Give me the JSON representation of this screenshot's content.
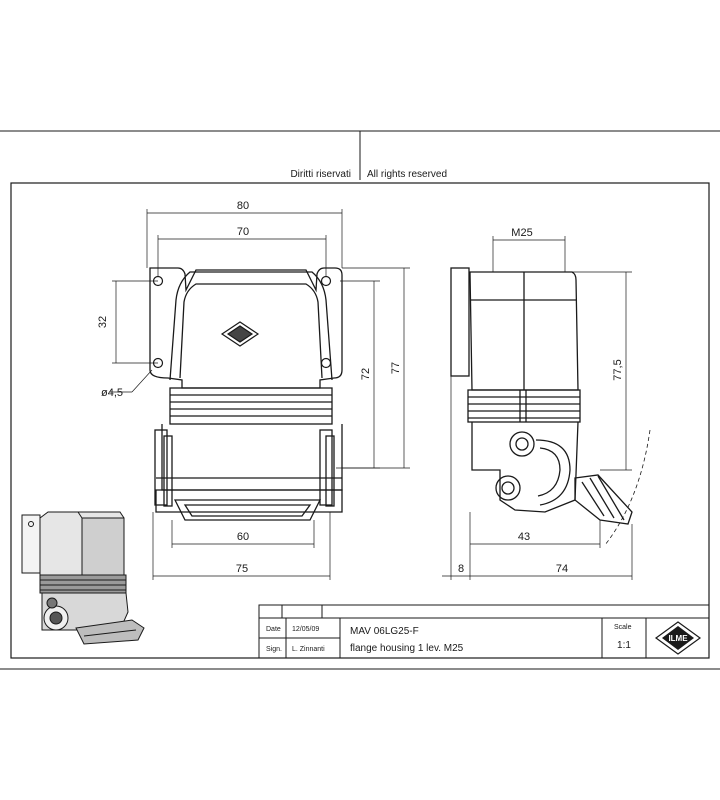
{
  "header": {
    "rights_it": "Diritti riservati",
    "rights_en": "All rights reserved"
  },
  "front_view": {
    "dim_width_overall": "80",
    "dim_hole_spacing": "70",
    "dim_hole_vertical": "32",
    "dim_hole_diameter": "ø4,5",
    "dim_height_inner": "72",
    "dim_height_overall": "77",
    "dim_base_opening": "60",
    "dim_base_width": "75"
  },
  "side_view": {
    "dim_thread": "M25",
    "dim_height": "77,5",
    "dim_depth_body": "43",
    "dim_flange": "8",
    "dim_depth_overall": "74"
  },
  "title_block": {
    "date_label": "Date",
    "date_value": "12/05/09",
    "sign_label": "Sign.",
    "sign_value": "L. Zinnanti",
    "part_code": "MAV 06LG25-F",
    "description": "flange housing 1 lev. M25",
    "scale_label": "Scale",
    "scale_value": "1:1",
    "logo": "ILME"
  }
}
